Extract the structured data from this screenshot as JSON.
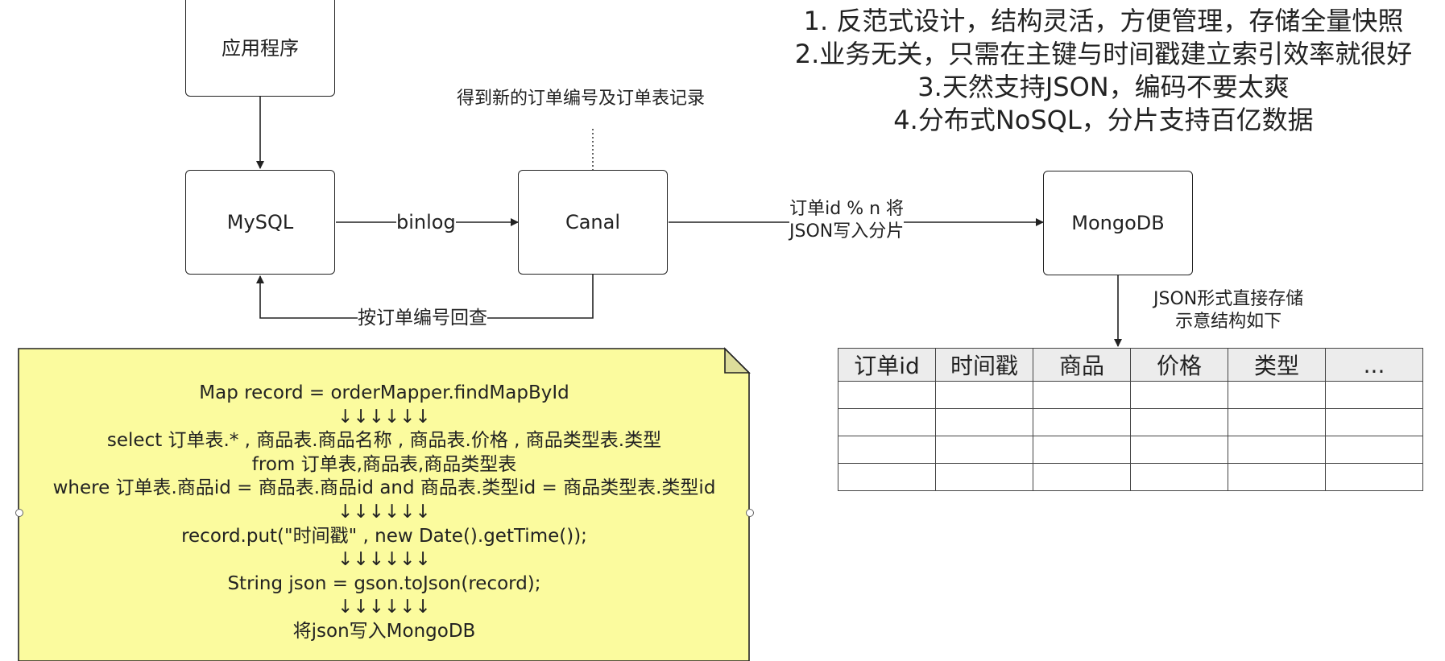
{
  "nodes": {
    "app": "应用程序",
    "mysql": "MySQL",
    "canal": "Canal",
    "mongodb": "MongoDB"
  },
  "edges": {
    "binlog": "binlog",
    "shard_line1": "订单id % n 将",
    "shard_line2": "JSON写入分片",
    "lookup": "按订单编号回查",
    "new_order": "得到新的订单编号及订单表记录",
    "store_line1": "JSON形式直接存储",
    "store_line2": "示意结构如下"
  },
  "notes": [
    "1. 反范式设计，结构灵活，方便管理，存储全量快照",
    "2.业务无关，只需在主键与时间戳建立索引效率就很好",
    "3.天然支持JSON，编码不要太爽",
    "4.分布式NoSQL，分片支持百亿数据"
  ],
  "code_note": [
    "Map record = orderMapper.findMapById",
    "↓↓↓↓↓↓",
    "select 订单表.* , 商品表.商品名称 , 商品表.价格 , 商品类型表.类型",
    "from 订单表,商品表,商品类型表",
    "where 订单表.商品id = 商品表.商品id and 商品表.类型id = 商品类型表.类型id",
    "↓↓↓↓↓↓",
    "record.put(\"时间戳\" , new Date().getTime());",
    "↓↓↓↓↓↓",
    "String json = gson.toJson(record);",
    "↓↓↓↓↓↓",
    "将json写入MongoDB"
  ],
  "table": {
    "headers": [
      "订单id",
      "时间戳",
      "商品",
      "价格",
      "类型",
      "..."
    ],
    "empty_rows": 4
  },
  "colors": {
    "note_fill": "#fbfb9e",
    "note_fold": "#dcdc9a",
    "header_fill": "#ececec",
    "stroke": "#222222"
  }
}
